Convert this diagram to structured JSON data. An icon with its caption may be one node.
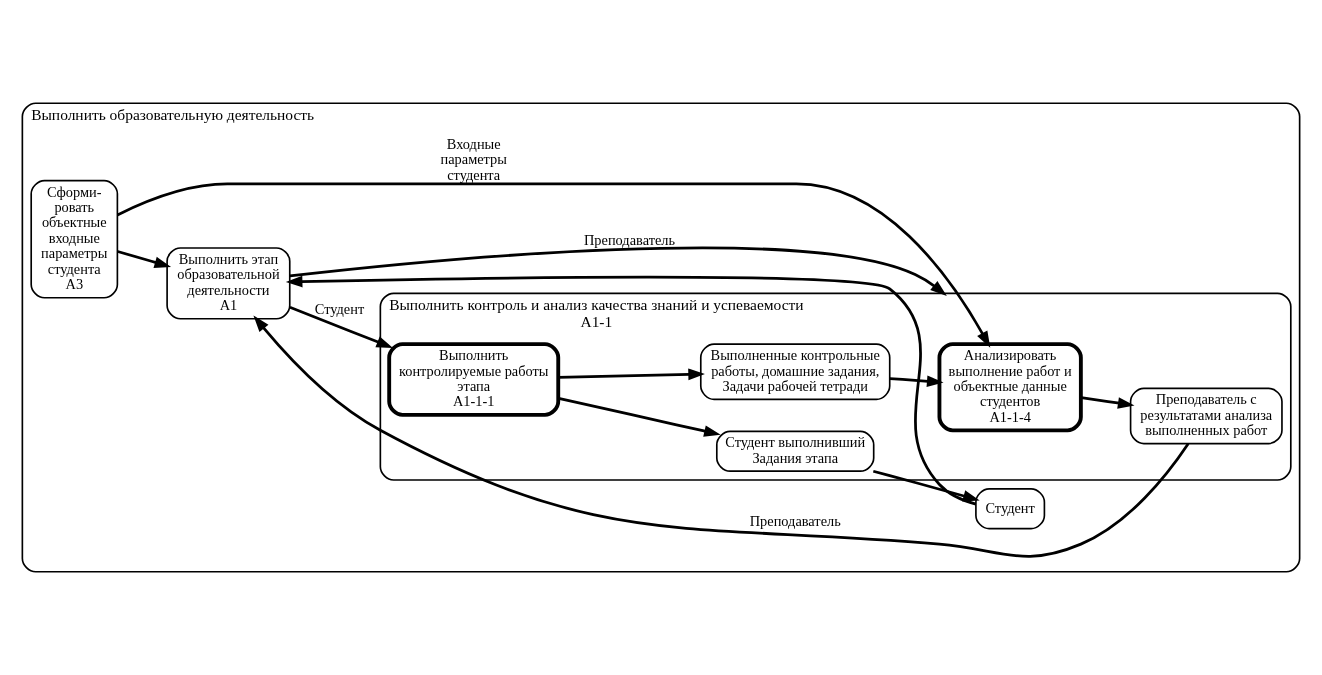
{
  "diagram": {
    "nodes": [
      {
        "text": [
          "Выполнить образовательную деятельность"
        ]
      },
      {
        "text": [
          "Сформи- ровать объектные входные параметры студента",
          "A3"
        ],
        "in": 0
      },
      {
        "text": [
          "Выполнить этап образовательной деятельности",
          "A1"
        ],
        "in": 0
      },
      {
        "text": [
          "Выполнить контроль и анализ качества знаний и успеваемости",
          "A1-1"
        ],
        "in": 0
      },
      {
        "text": [
          "Анализировать выполнение работ и объектные данные студентов",
          "A1-1-4"
        ],
        "in": 3
      },
      {
        "text": [
          "Преподаватель с результатами анализа выполненных работ"
        ],
        "in": 3
      },
      {
        "text": [
          "Выполненные контрольные работы, домашние задания, Задачи рабочей тетради"
        ],
        "in": 3
      },
      {
        "text": [
          "Выполнить контролируемые работы этапа",
          "A1-1-1"
        ],
        "in": 3
      },
      {
        "text": [
          "Студент выполнивший Задания этапа"
        ],
        "in": 3
      },
      {
        "text": [
          "Студент"
        ],
        "in": 0
      }
    ],
    "edges": [
      {
        "from": 5,
        "to": 2,
        "arrow": "to",
        "label": "Преподаватель"
      },
      {
        "from": 2,
        "to": 3,
        "arrow": "to",
        "label": "Преподаватель"
      },
      {
        "from": 1,
        "to": 2,
        "arrow": "to"
      },
      {
        "from": 1,
        "to": 4,
        "arrow": "to",
        "label": "Входные параметры студента"
      },
      {
        "from": 4,
        "to": 5,
        "arrow": "to"
      },
      {
        "from": 6,
        "to": 4,
        "arrow": "to"
      },
      {
        "from": 2,
        "to": 7,
        "arrow": "to",
        "label": "Студент"
      },
      {
        "from": 7,
        "to": 6,
        "arrow": "to"
      },
      {
        "from": 7,
        "to": 8,
        "arrow": "to"
      },
      {
        "from": 8,
        "to": 9,
        "arrow": "to"
      },
      {
        "from": 9,
        "to": 2,
        "arrow": "to"
      }
    ]
  }
}
